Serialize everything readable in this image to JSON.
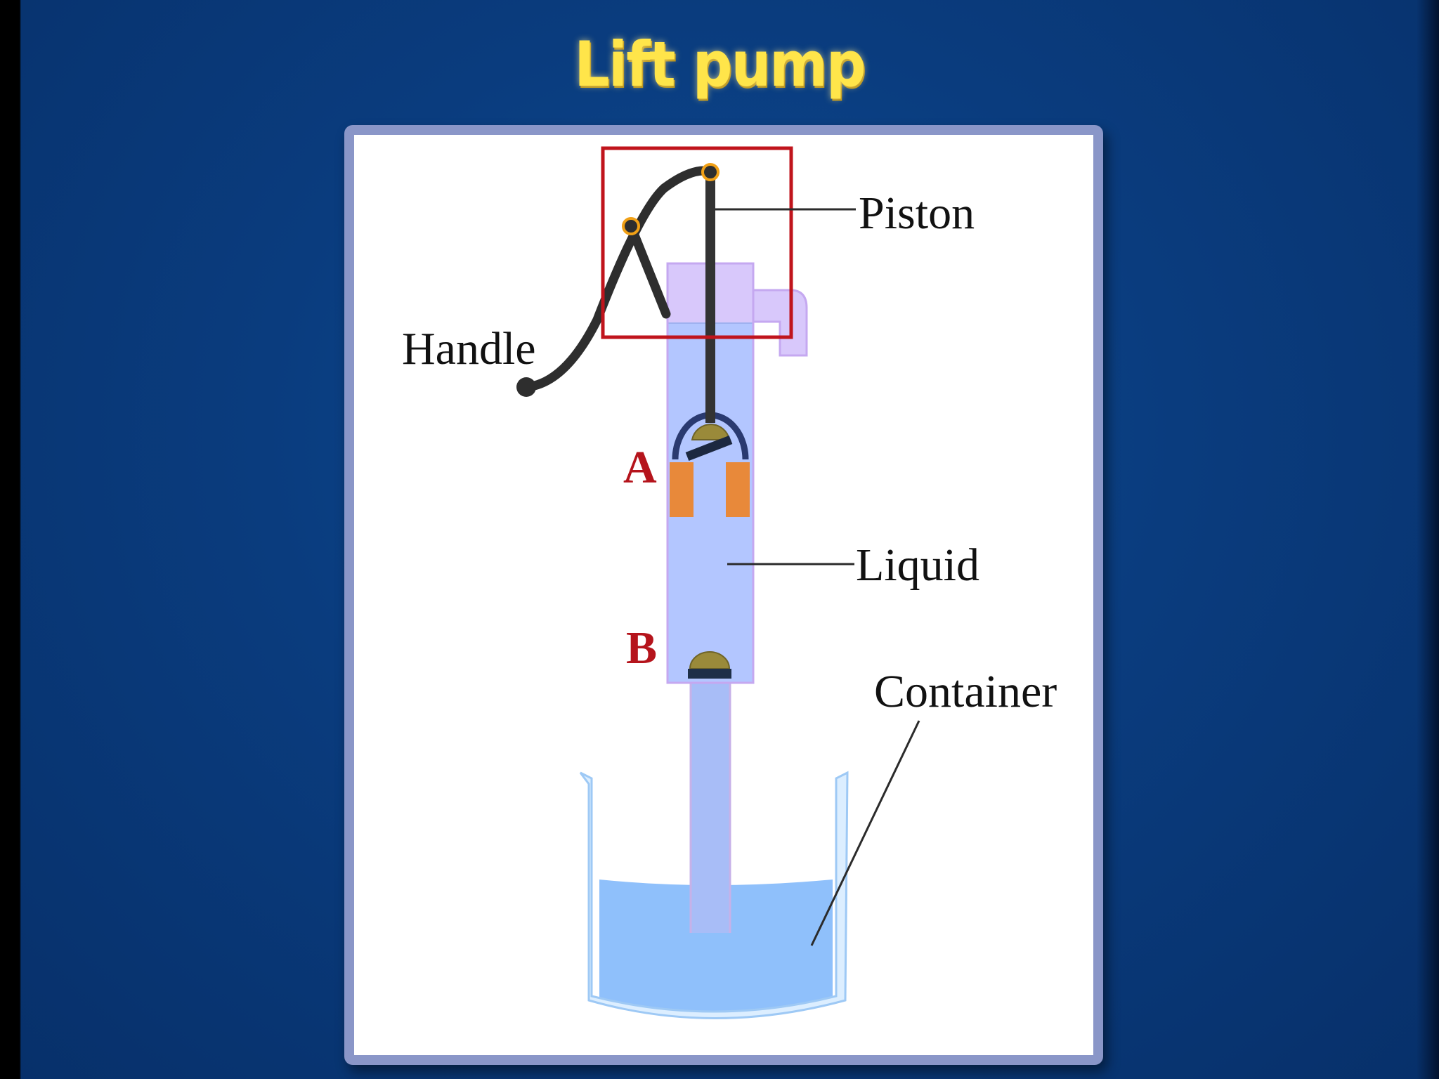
{
  "slide": {
    "title": "Lift pump"
  },
  "diagram": {
    "labels": {
      "piston": "Piston",
      "handle": "Handle",
      "valve_a": "A",
      "valve_b": "B",
      "liquid": "Liquid",
      "container": "Container"
    },
    "colors": {
      "background": "#0a3c7e",
      "title": "#ffe54a",
      "frame_border": "#8a96c8",
      "highlight_box": "#c0141c",
      "liquid": "#b3c6ff",
      "container_water": "#8fc0fb",
      "washer": "#e8893a",
      "valve": "#9a8a3a",
      "valve_label": "#b5141c",
      "handle": "#2e2e2e",
      "pivot": "#f0a016"
    }
  }
}
